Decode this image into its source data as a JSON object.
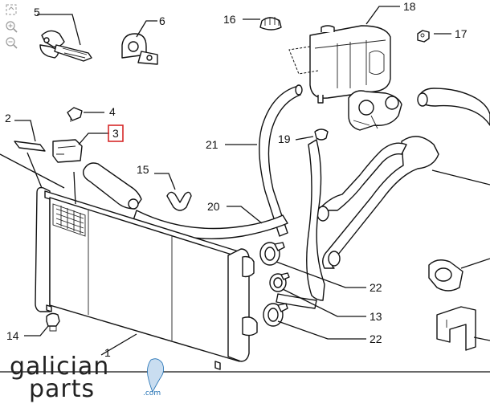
{
  "toolbar": {
    "icons": [
      "fit-screen-icon",
      "zoom-in-icon",
      "zoom-out-icon"
    ]
  },
  "callouts": {
    "c1": "1",
    "c2": "2",
    "c3": "3",
    "c4": "4",
    "c5": "5",
    "c6": "6",
    "c13": "13",
    "c14": "14",
    "c15": "15",
    "c16": "16",
    "c17": "17",
    "c18": "18",
    "c19": "19",
    "c20": "20",
    "c21": "21",
    "c22a": "22",
    "c22b": "22"
  },
  "selected_callout": "3",
  "watermark": {
    "line1": "galician",
    "line2": "parts",
    "suffix": ".com",
    "accent_color": "#1f6fb3"
  },
  "colors": {
    "highlight": "#d62828",
    "ink": "#111111"
  }
}
